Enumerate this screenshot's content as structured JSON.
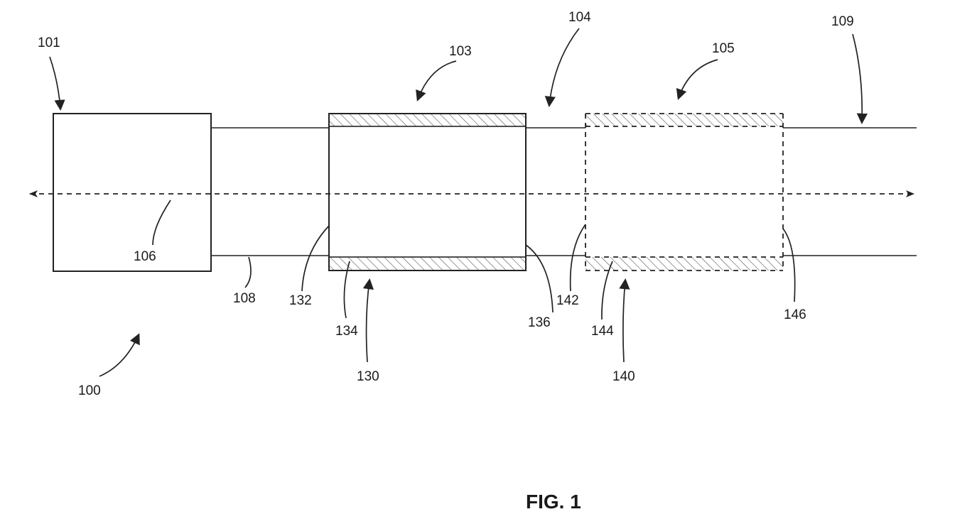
{
  "figure": {
    "caption": "FIG. 1",
    "labels": {
      "r100": "100",
      "r101": "101",
      "r103": "103",
      "r104": "104",
      "r105": "105",
      "r106": "106",
      "r108": "108",
      "r109": "109",
      "r130": "130",
      "r132": "132",
      "r134": "134",
      "r136": "136",
      "r140": "140",
      "r142": "142",
      "r144": "144",
      "r146": "146"
    }
  }
}
